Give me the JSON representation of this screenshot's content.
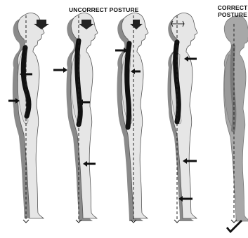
{
  "header": {
    "incorrect_title": "UNCORRECT POSTURE",
    "correct_title_line1": "CORRECT",
    "correct_title_line2": "POSTURE"
  },
  "figures": [
    {
      "group": "incorrect",
      "description_icon": "posture-figure-1"
    },
    {
      "group": "incorrect",
      "description_icon": "posture-figure-2"
    },
    {
      "group": "incorrect",
      "description_icon": "posture-figure-3"
    },
    {
      "group": "incorrect",
      "description_icon": "posture-figure-4"
    },
    {
      "group": "correct",
      "description_icon": "posture-figure-5"
    }
  ],
  "colors": {
    "body_light": "#e6e6e6",
    "body_outline": "#555555",
    "shadow": "#8a8a8a",
    "spine": "#111111",
    "correct_body": "#a8a8a8",
    "plumb_line": "#222222"
  },
  "icons": [
    "down-arrow-icon",
    "left-arrow-icon",
    "right-arrow-icon",
    "checkmark-icon"
  ]
}
